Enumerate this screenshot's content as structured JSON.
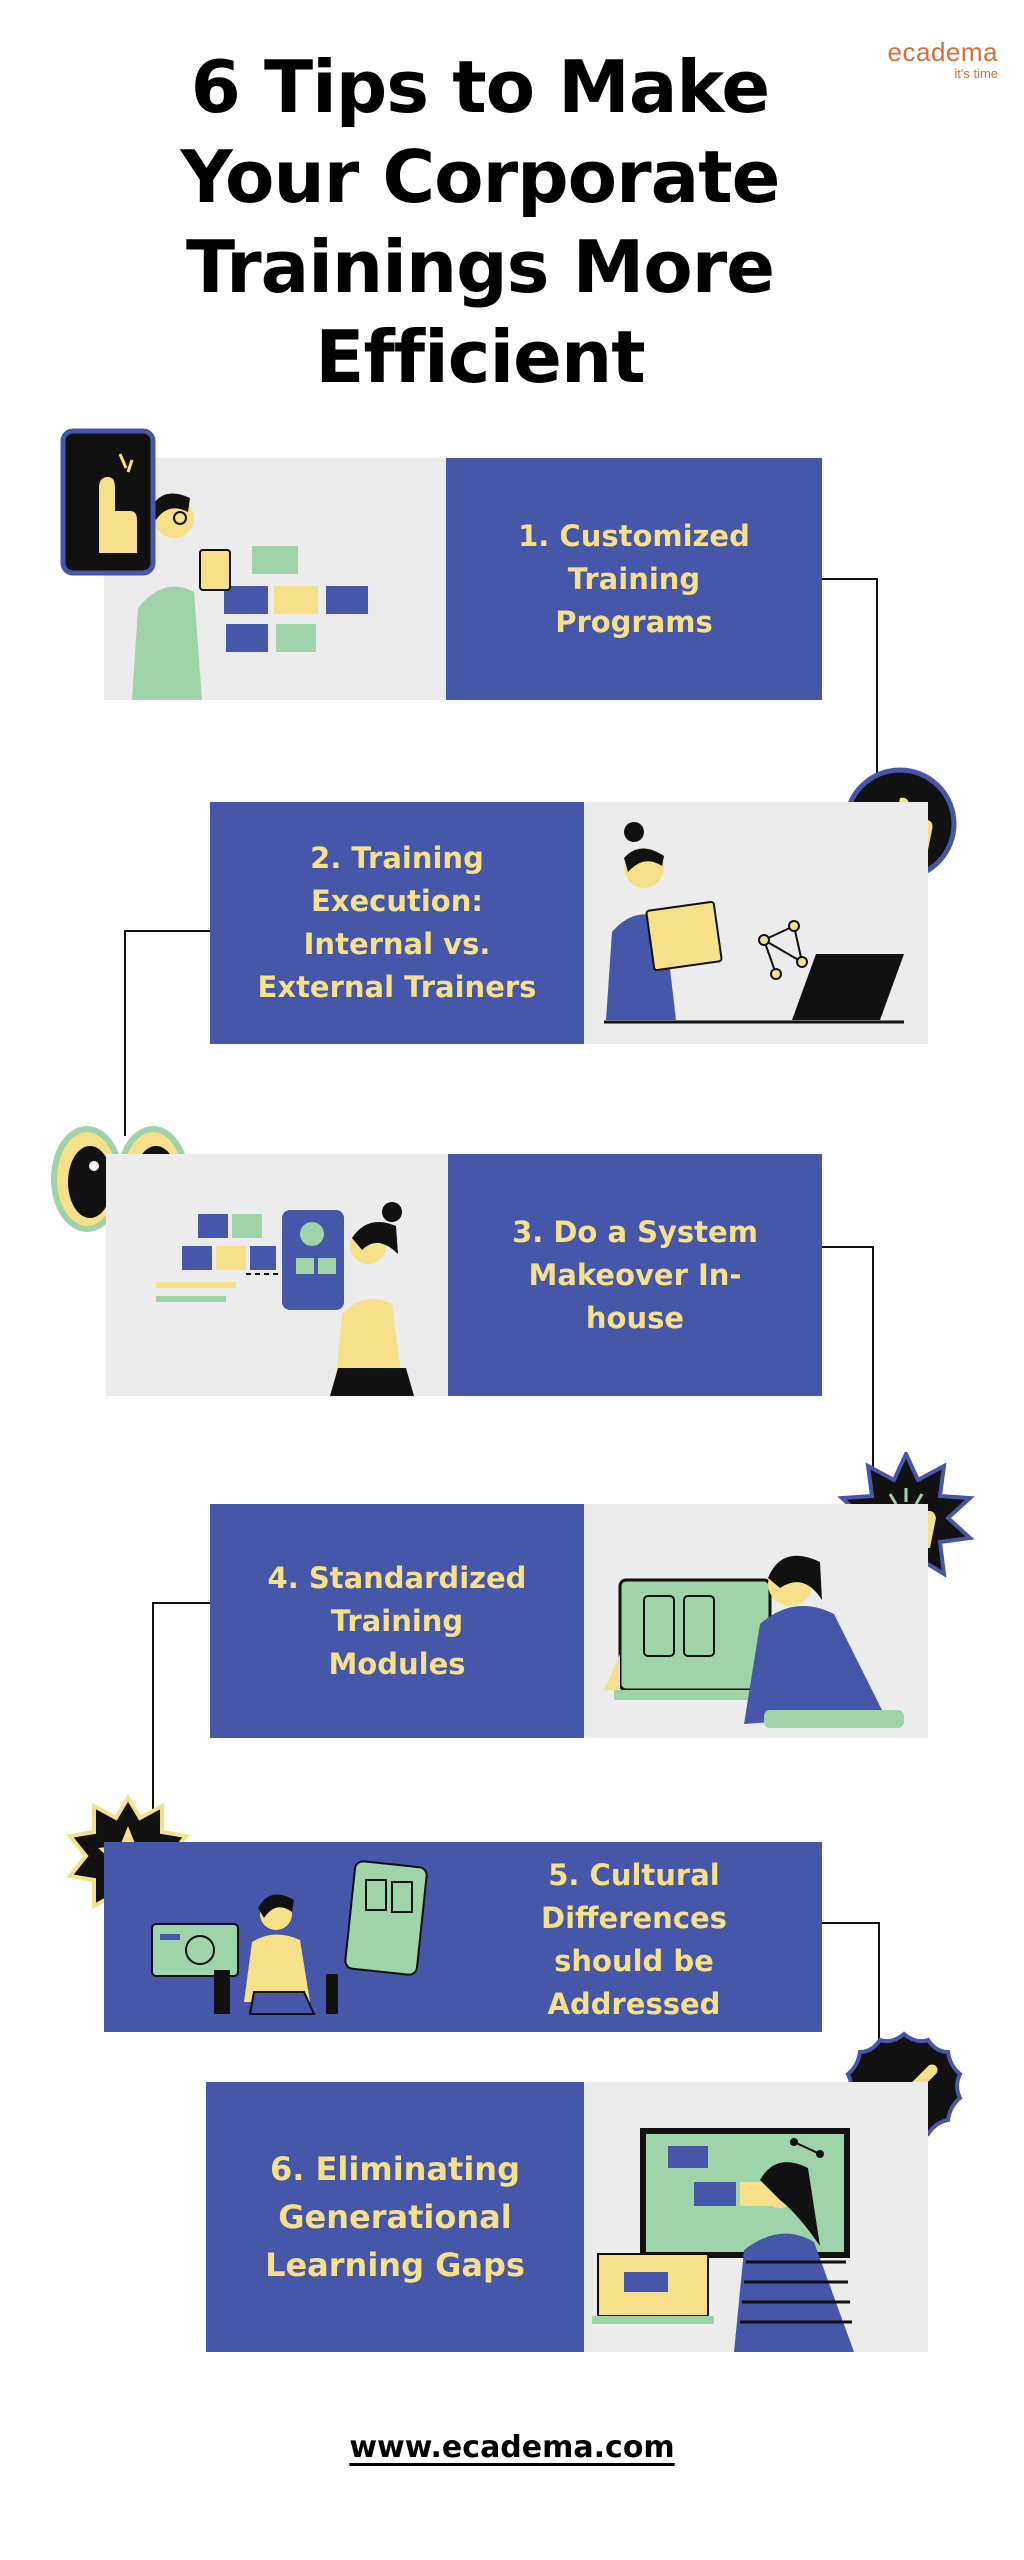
{
  "header": {
    "title_lines": [
      "6 Tips to Make",
      "Your Corporate",
      "Trainings More",
      "Efficient"
    ]
  },
  "logo": {
    "name": "ecadema",
    "tagline": "it's time"
  },
  "tips": [
    {
      "lines": [
        "1. Customized",
        "Training",
        "Programs"
      ]
    },
    {
      "lines": [
        "2. Training",
        "Execution:",
        "Internal vs.",
        "External Trainers"
      ]
    },
    {
      "lines": [
        "3. Do a System",
        "Makeover In-",
        "house"
      ]
    },
    {
      "lines": [
        "4. Standardized",
        "Training",
        "Modules"
      ]
    },
    {
      "lines": [
        "5. Cultural",
        "Differences",
        "should be",
        "Addressed"
      ]
    },
    {
      "lines": [
        "6. Eliminating",
        "Generational",
        "Learning Gaps"
      ]
    }
  ],
  "footer": {
    "website": "www.ecadema.com"
  },
  "icons": {
    "badge_1": "pointing-hand-icon",
    "badge_2": "thumbs-up-icon",
    "badge_3": "eyes-icon",
    "badge_4": "clapping-hands-icon",
    "badge_5": "star-icon",
    "badge_6": "checkmark-icon"
  },
  "colors": {
    "panel_blue": "#4656a8",
    "panel_text_yellow": "#f6e08a",
    "panel_grey": "#ececec",
    "accent_green": "#9fd3a9",
    "logo_orange": "#d0703a"
  }
}
